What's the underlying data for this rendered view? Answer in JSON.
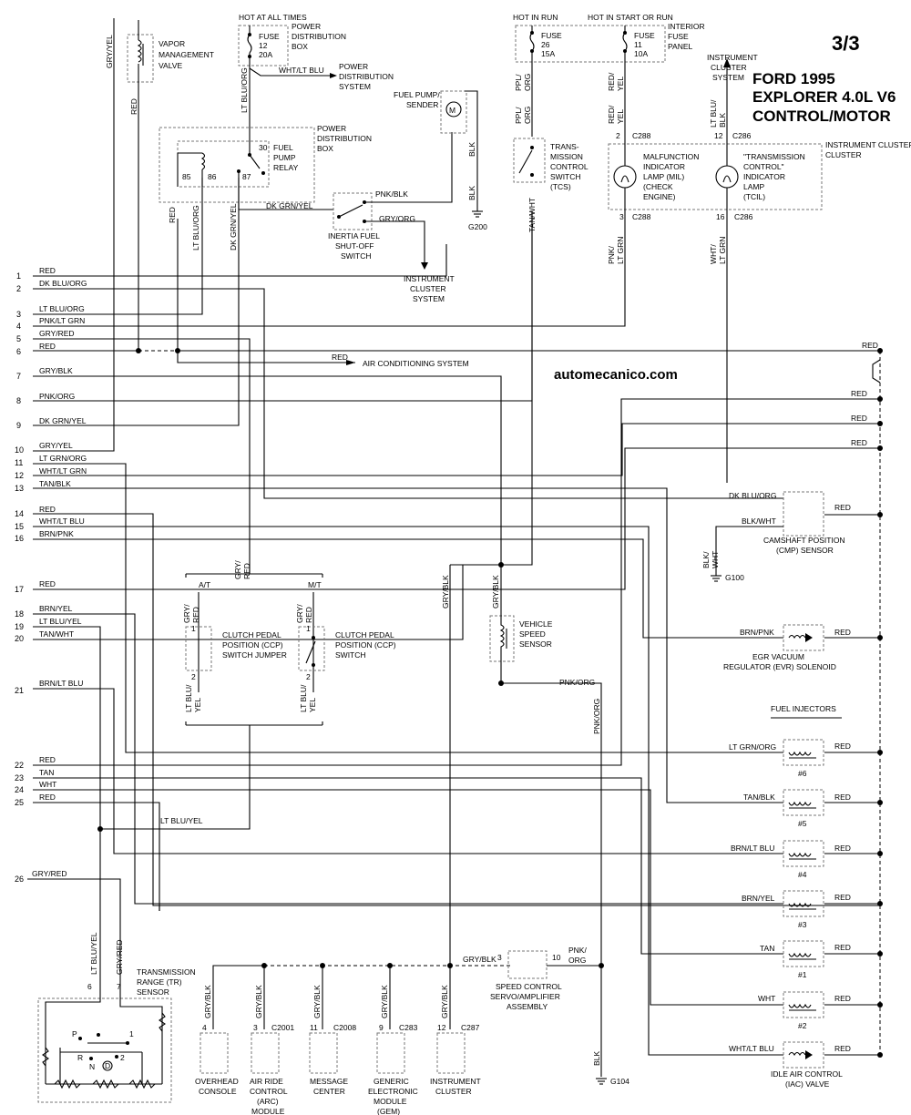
{
  "header": {
    "page": "3/3",
    "line1": "FORD 1995",
    "line2": "EXPLORER 4.0L V6",
    "line3": "CONTROL/MOTOR",
    "watermark": "automecanico.com"
  },
  "pins": [
    "1",
    "2",
    "3",
    "4",
    "5",
    "6",
    "7",
    "8",
    "9",
    "10",
    "11",
    "12",
    "13",
    "14",
    "15",
    "16",
    "17",
    "18",
    "19",
    "20",
    "21",
    "22",
    "23",
    "24",
    "25",
    "26"
  ],
  "left_wires": [
    "RED",
    "DK BLU/ORG",
    "LT BLU/ORG",
    "PNK/LT GRN",
    "GRY/RED",
    "RED",
    "GRY/BLK",
    "PNK/ORG",
    "DK GRN/YEL",
    "GRY/YEL",
    "LT GRN/ORG",
    "WHT/LT GRN",
    "TAN/BLK",
    "RED",
    "WHT/LT BLU",
    "BRN/PNK",
    "RED",
    "BRN/YEL",
    "LT BLU/YEL",
    "TAN/WHT",
    "BRN/LT BLU",
    "RED",
    "TAN",
    "WHT",
    "RED",
    "GRY/RED"
  ],
  "top": {
    "hot_all_times": "HOT AT ALL TIMES",
    "hot_in_run": "HOT IN RUN",
    "hot_start_run": "HOT IN START OR RUN",
    "pdb": "POWER DISTRIBUTION BOX",
    "fuse12": [
      "FUSE",
      "12",
      "20A"
    ],
    "fuse26": [
      "FUSE",
      "26",
      "15A"
    ],
    "fuse11": [
      "FUSE",
      "11",
      "10A"
    ],
    "ifp": "INTERIOR FUSE PANEL",
    "pds": "POWER DISTRIBUTION SYSTEM",
    "vmv": "VAPOR MANAGEMENT VALVE",
    "fpr": "FUEL PUMP RELAY",
    "fps": "FUEL PUMP/ SENDER",
    "ifs": "INERTIA FUEL SHUT-OFF SWITCH",
    "ics": "INSTRUMENT CLUSTER SYSTEM",
    "tcs": "TRANS- MISSION CONTROL SWITCH (TCS)",
    "mil": "MALFUNCTION INDICATOR LAMP (MIL) (CHECK ENGINE)",
    "tcil": "\"TRANSMISSION CONTROL\" INDICATOR LAMP (TCIL)",
    "ic": "INSTRUMENT CLUSTER",
    "acs": "AIR CONDITIONING SYSTEM",
    "g200": "G200",
    "c288": "C288",
    "c286": "C286"
  },
  "right": {
    "cmp": "CAMSHAFT POSITION (CMP) SENSOR",
    "g100": "G100",
    "evr": "EGR VACUUM REGULATOR (EVR) SOLENOID",
    "fi": "FUEL INJECTORS",
    "inj": [
      "#6",
      "#5",
      "#4",
      "#3",
      "#1",
      "#2"
    ],
    "inj_wires": [
      "LT GRN/ORG",
      "TAN/BLK",
      "BRN/LT BLU",
      "BRN/YEL",
      "TAN",
      "WHT"
    ],
    "iac": "IDLE AIR CONTROL (IAC) VALVE",
    "red": "RED"
  },
  "middle": {
    "at": "A/T",
    "mt": "M/T",
    "ccp_jumper": "CLUTCH PEDAL POSITION (CCP) SWITCH JUMPER",
    "ccp_switch": "CLUTCH PEDAL POSITION (CCP) SWITCH",
    "vss": "VEHICLE SPEED SENSOR",
    "tr": "TRANSMISSION RANGE (TR) SENSOR",
    "scs": "SPEED CONTROL SERVO/AMPLIFIER ASSEMBLY",
    "g104": "G104"
  },
  "bottom_modules": [
    "OVERHEAD CONSOLE",
    "AIR RIDE CONTROL (ARC) MODULE",
    "MESSAGE CENTER",
    "GENERIC ELECTRONIC MODULE (GEM)",
    "INSTRUMENT CLUSTER"
  ],
  "bottom_connectors": [
    "C2001",
    "C2008",
    "C283",
    "C287"
  ]
}
